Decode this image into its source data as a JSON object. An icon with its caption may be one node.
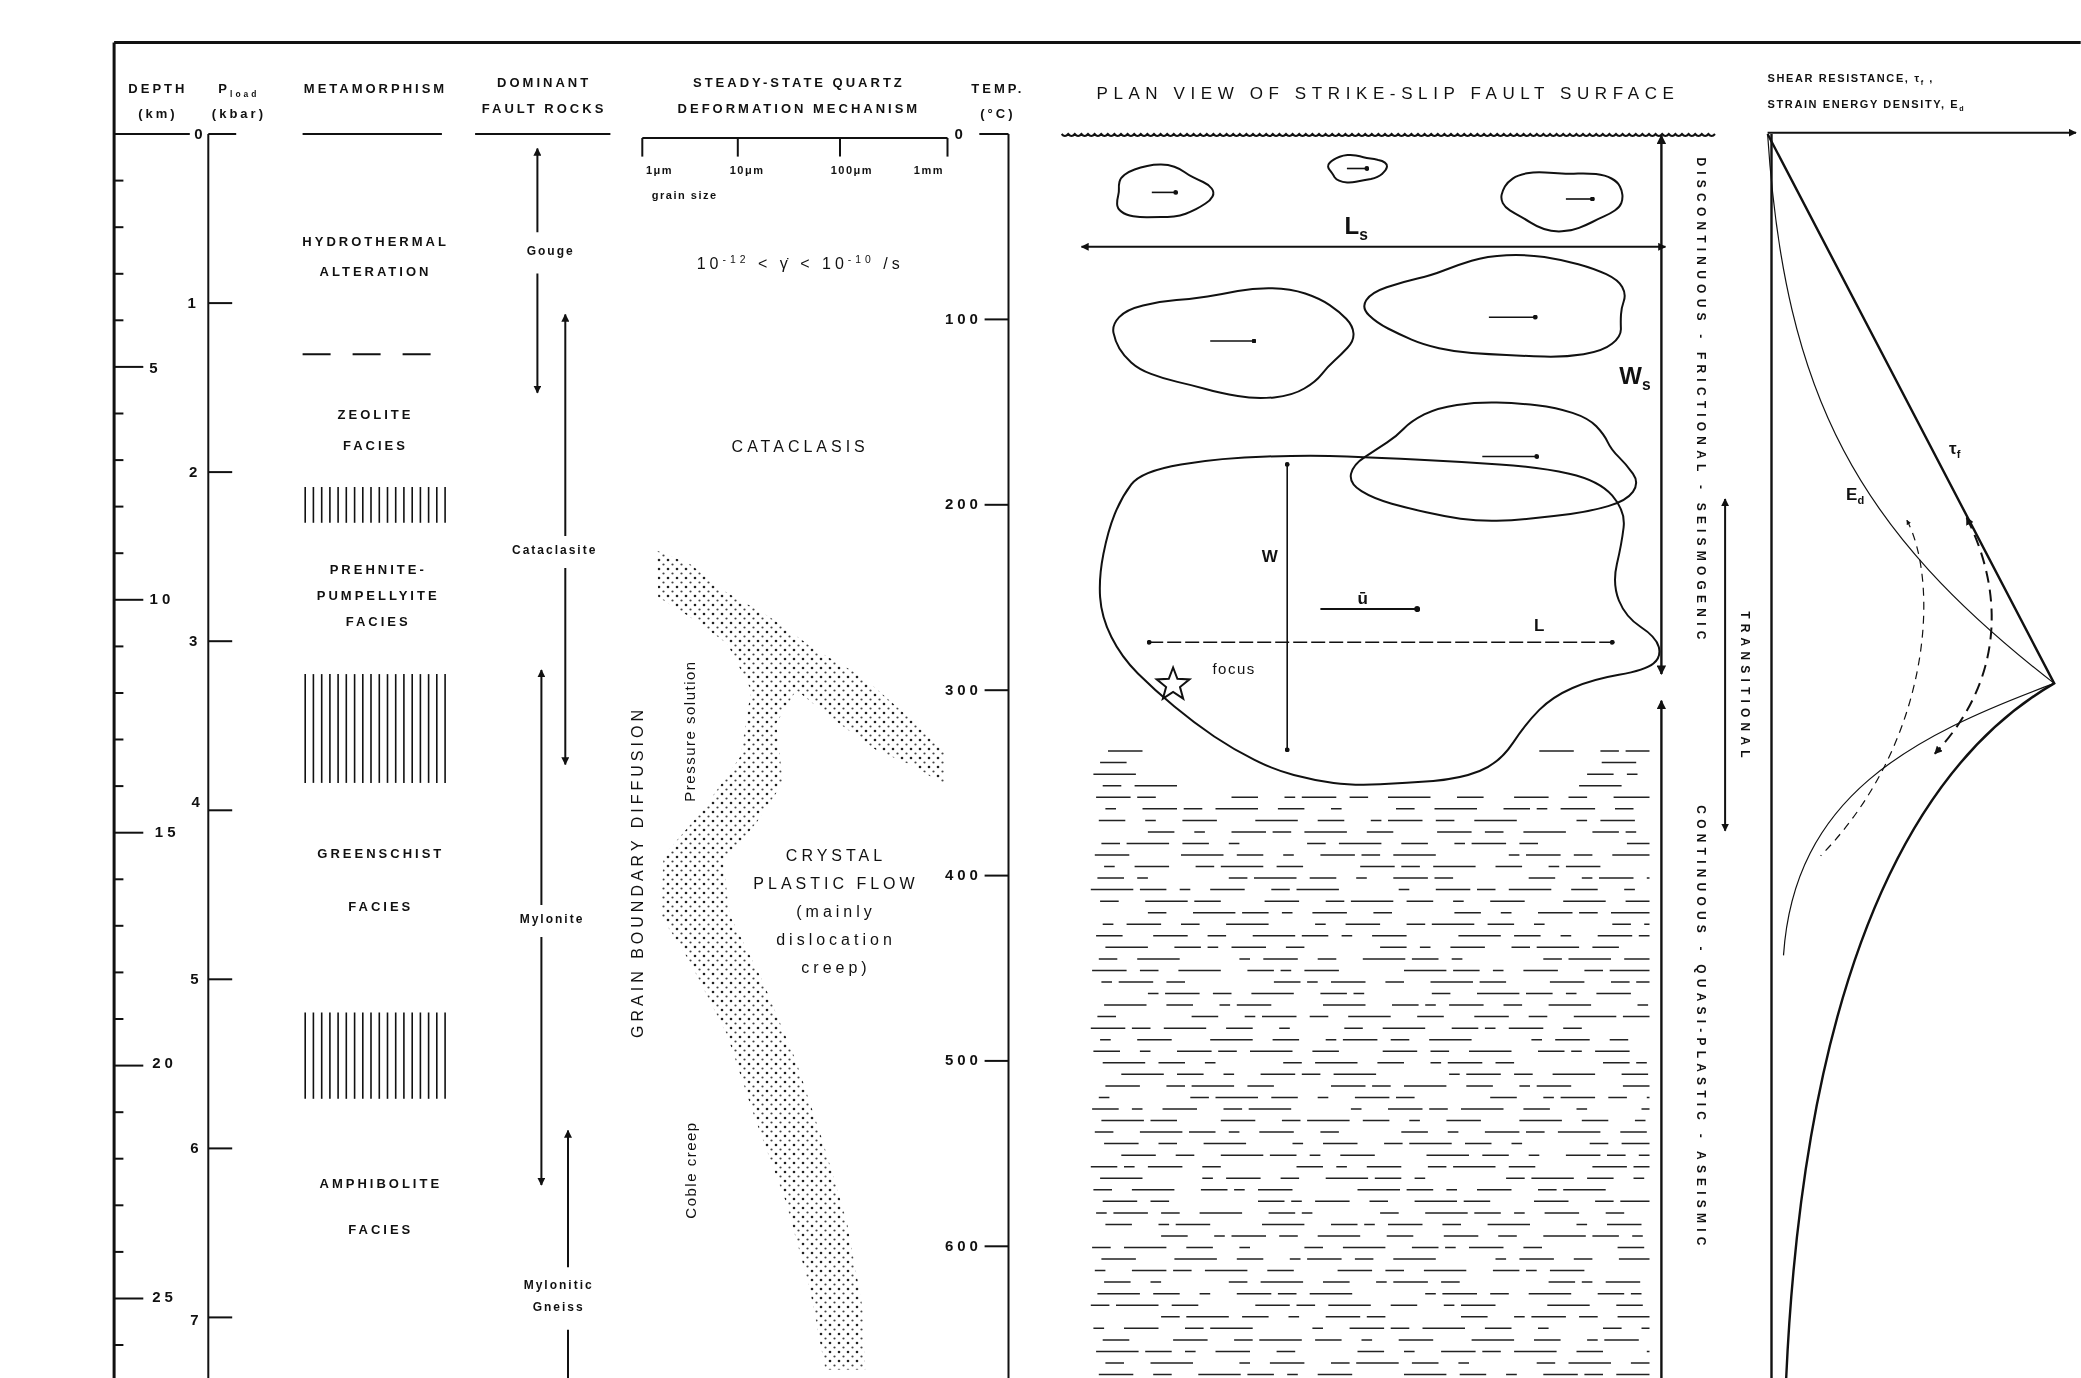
{
  "diagram": {
    "labels": [
      "DEPTH (km)",
      "P$_{load}$ (kbar)",
      "METAMORPHISM",
      "DOMINANT FAULT ROCKS",
      "STEADY-STATE QUARTZ DEFORMATION MECHANISM",
      "TEMP. (°C)",
      "PLAN VIEW OF STRIKE-SLIP FAULT SURFACE",
      "SHEAR RESISTANCE, τ$_{f}$ , STRAIN ENERGY DENSITY, E$_{d}$",
      "0",
      "5",
      "10",
      "15",
      "20",
      "25",
      "1",
      "2",
      "3",
      "4",
      "5",
      "6",
      "7",
      "0",
      "100",
      "200",
      "300",
      "400",
      "500",
      "600",
      "1μm",
      "10μm",
      "100μm",
      "1mm",
      "grain size",
      "10$^{-12}$ < γ̇ < 10$^{-10}$ /s",
      "HYDROTHERMAL ALTERATION",
      "ZEOLITE FACIES",
      "PREHNITE- PUMPELLYITE FACIES",
      "GREENSCHIST FACIES",
      "AMPHIBOLITE FACIES",
      "Gouge",
      "Cataclasite",
      "Mylonite",
      "Mylonitic Gneiss",
      "CATACLASIS",
      "GRAIN BOUNDARY DIFFUSION",
      "Pressure solution",
      "CRYSTAL PLASTIC FLOW (mainly dislocation creep)",
      "Coble creep",
      "L$_{s}$",
      "W$_{s}$",
      "W",
      "ū",
      "L",
      "focus",
      "DISCONTINUOUS - FRICTIONAL - SEISMOGENIC",
      "TRANSITIONAL",
      "CONTINUOUS - QUASI-PLASTIC - ASEISMIC",
      "τ$_{f}$",
      "E$_{d}$"
    ]
  }
}
